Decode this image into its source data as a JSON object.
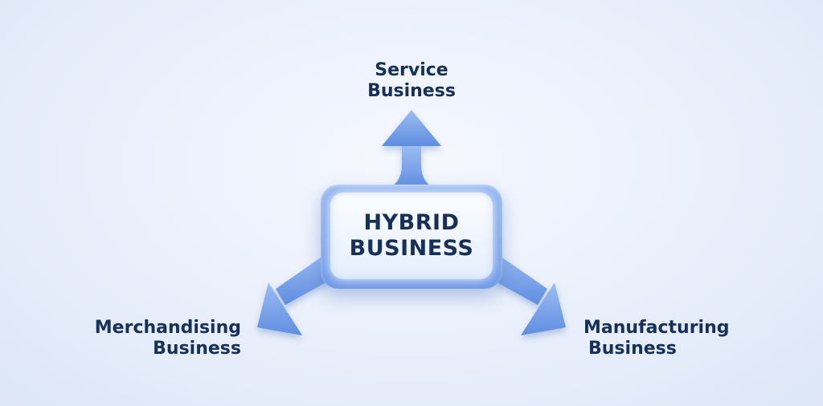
{
  "center": {
    "line1": "HYBRID",
    "line2": "BUSINESS"
  },
  "branches": {
    "top": {
      "line1": "Service",
      "line2": "Business"
    },
    "left": {
      "line1": "Merchandising",
      "line2": "Business"
    },
    "right": {
      "line1": "Manufacturing",
      "line2": "Business"
    }
  },
  "colors": {
    "arrow": "#6f9be6",
    "text": "#17305a",
    "background": "#e9effb"
  }
}
